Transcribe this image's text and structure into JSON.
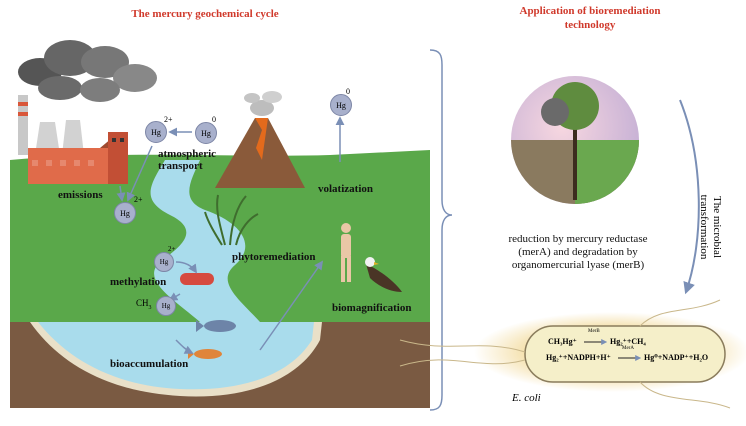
{
  "left_title": "The mercury geochemical cycle",
  "right_title": "Application of bioremediation technology",
  "colors": {
    "title": "#d0392b",
    "grass": "#5aa84a",
    "soil": "#7a5a42",
    "water": "#a9dcec",
    "bubble": "#a8b0cc",
    "arrow": "#7a8fb6"
  },
  "bubbles": {
    "hg_top_left": {
      "sym": "Hg",
      "charge": "2+"
    },
    "hg_top_right": {
      "sym": "Hg",
      "charge": "0"
    },
    "hg_volcano": {
      "sym": "Hg",
      "charge": "0"
    },
    "hg_emission": {
      "sym": "Hg",
      "charge": "2+"
    },
    "hg_methyl": {
      "sym": "Hg",
      "charge": "2+"
    },
    "hg_methylated": {
      "sym": "Hg",
      "prefix": "CH",
      "prefix_sub": "3"
    }
  },
  "labels": {
    "atmospheric_transport": "atmospheric\ntransport",
    "emissions": "emissions",
    "volatization": "volatization",
    "phytoremediation": "phytoremediation",
    "methylation": "methylation",
    "biomagnification": "biomagnification",
    "bioaccumulation": "bioaccumulation",
    "microbial": "The microbial\ntransformation"
  },
  "reduction_text": "reduction by mercury reductase (merA) and degradation by organomercurial lyase (merB)",
  "ecoli": "E. coli",
  "equations": {
    "eq1_left": "CH₃Hg⁺",
    "eq1_enzyme": "MerB",
    "eq1_right": "Hg₂⁺+CH₄",
    "eq2_left": "Hg₂⁺+NADPH+H⁺",
    "eq2_enzyme": "MerA",
    "eq2_right": "Hg⁰+NADP⁺+H₂O"
  }
}
